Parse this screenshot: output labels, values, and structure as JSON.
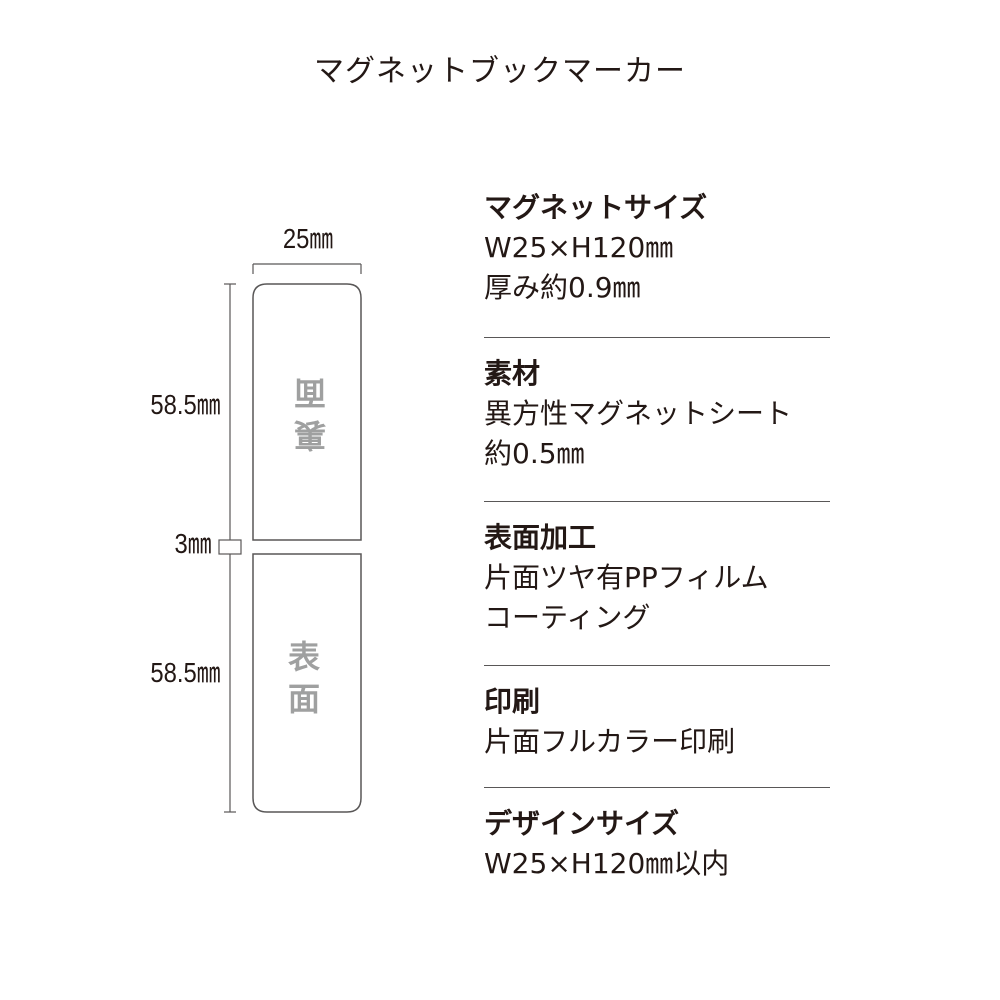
{
  "title": "マグネットブックマーカー",
  "dimensions": {
    "width_label": "25㎜",
    "upper_label": "58.5㎜",
    "gap_label": "3㎜",
    "lower_label": "58.5㎜"
  },
  "bookmark": {
    "back_label": "裏面",
    "front_label": "表面",
    "outline_color": "#595757",
    "label_color": "#9fa0a0"
  },
  "specs": [
    {
      "heading": "マグネットサイズ",
      "lines": [
        "W25×H120㎜",
        "厚み約0.9㎜"
      ]
    },
    {
      "heading": "素材",
      "lines": [
        "異方性マグネットシート",
        "約0.5㎜"
      ]
    },
    {
      "heading": "表面加工",
      "lines": [
        "片面ツヤ有PPフィルム",
        "コーティング"
      ]
    },
    {
      "heading": "印刷",
      "lines": [
        "片面フルカラー印刷"
      ]
    },
    {
      "heading": "デザインサイズ",
      "lines": [
        "W25×H120㎜以内"
      ]
    }
  ]
}
